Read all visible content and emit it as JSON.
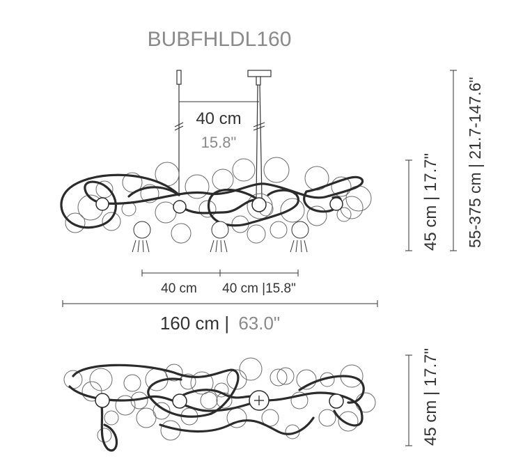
{
  "model_code": "BUBFHLDL160",
  "dimensions": {
    "canopy_spacing_cm": "40 cm",
    "canopy_spacing_in": "15.8\"",
    "drop_label": "55-375 cm | 21.7-147.6\"",
    "height_front": "45 cm | 17.7\"",
    "downlight_spacing_1": "40 cm",
    "downlight_spacing_2": "40 cm |15.8\"",
    "total_length_cm": "160 cm |",
    "total_length_in": "63.0\"",
    "height_top": "45 cm | 17.7\""
  },
  "colors": {
    "stroke": "#2b2b2b",
    "bubble": "#6a6a6a",
    "text_dark": "#333333",
    "text_grey": "#8a8a8a"
  }
}
